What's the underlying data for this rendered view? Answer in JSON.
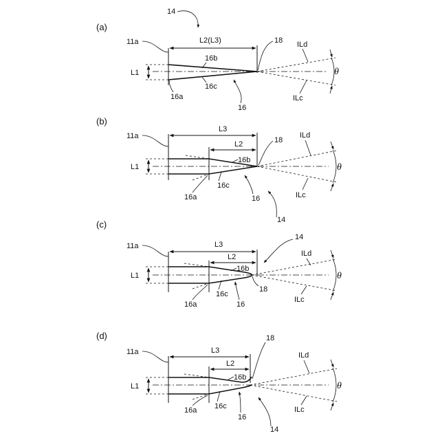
{
  "panels": [
    {
      "id": "a",
      "label": "(a)",
      "labels": {
        "face": "11a",
        "span_top": "L2(L3)",
        "upper_edge": "16b",
        "lower_edge": "16c",
        "corner": "16a",
        "body": "16",
        "tip": "18",
        "ray_upper": "ILd",
        "ray_lower": "ILc",
        "width": "L1",
        "angle": "θ",
        "assembly": "14"
      }
    },
    {
      "id": "b",
      "label": "(b)",
      "labels": {
        "face": "11a",
        "span_outer": "L3",
        "span_inner": "L2",
        "upper_edge": "16b",
        "lower_edge": "16c",
        "corner": "16a",
        "body": "16",
        "tip": "18",
        "ray_upper": "ILd",
        "ray_lower": "ILc",
        "width": "L1",
        "angle": "θ",
        "assembly": "14"
      }
    },
    {
      "id": "c",
      "label": "(c)",
      "labels": {
        "face": "11a",
        "span_outer": "L3",
        "span_inner": "L2",
        "upper_edge": "16b",
        "lower_edge": "16c",
        "corner": "16a",
        "body": "16",
        "tip": "18",
        "ray_upper": "ILd",
        "ray_lower": "ILc",
        "width": "L1",
        "angle": "θ",
        "assembly": "14"
      }
    },
    {
      "id": "d",
      "label": "(d)",
      "labels": {
        "face": "11a",
        "span_outer": "L3",
        "span_inner": "L2",
        "upper_edge": "16b",
        "lower_edge": "16c",
        "corner": "16a",
        "body": "16",
        "tip": "18",
        "ray_upper": "ILd",
        "ray_lower": "ILc",
        "width": "L1",
        "angle": "θ",
        "assembly": "14"
      }
    }
  ]
}
